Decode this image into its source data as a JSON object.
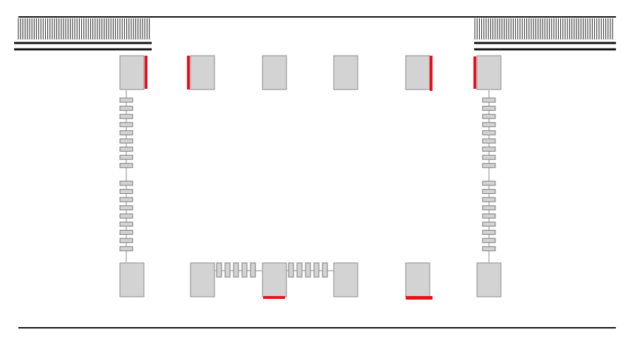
{
  "colors": {
    "background": "#ffffff",
    "line": "#111111",
    "block_fill": "#d3d3d3",
    "block_stroke": "#8a8a8a",
    "link_fill": "#d3d3d3",
    "link_stroke": "#7a7a7a",
    "marker": "#e8101a"
  },
  "diagram": {
    "top_row_blocks": 6,
    "bottom_row_blocks": 6,
    "vertical_chain_links": 18,
    "bottom_chain_groups": 2,
    "bottom_chain_links_per_group": 5,
    "red_markers": 6
  }
}
